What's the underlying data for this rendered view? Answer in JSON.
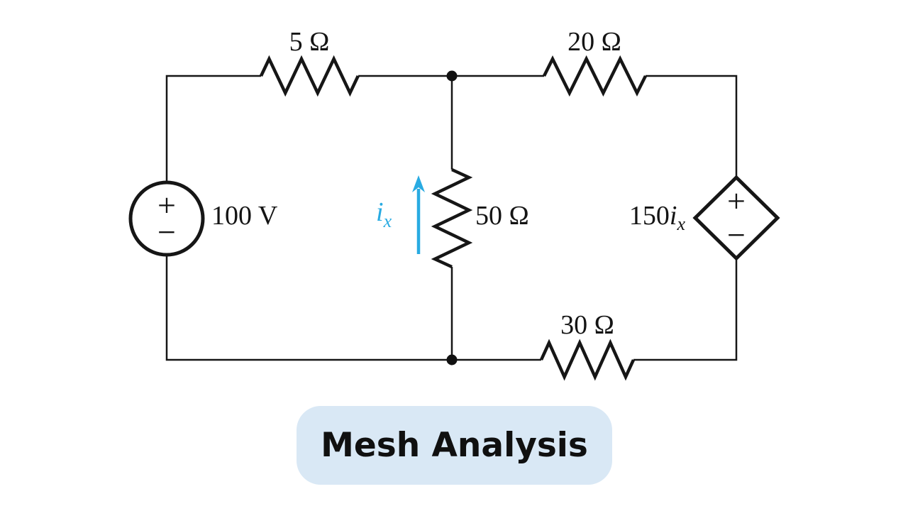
{
  "title_badge": {
    "label": "Mesh Analysis",
    "bg_color": "#d9e8f5",
    "text_color": "#101010"
  },
  "colors": {
    "wire": "#161616",
    "current_accent": "#29abe2"
  },
  "circuit": {
    "resistors": [
      {
        "id": "R1",
        "label": "5 Ω",
        "position": "top-left"
      },
      {
        "id": "R2",
        "label": "20 Ω",
        "position": "top-right"
      },
      {
        "id": "R3",
        "label": "50 Ω",
        "position": "middle-vertical"
      },
      {
        "id": "R4",
        "label": "30 Ω",
        "position": "bottom"
      }
    ],
    "sources": {
      "independent_voltage": {
        "label": "100 V",
        "plus": "+",
        "minus": "−"
      },
      "dependent_voltage": {
        "coefficient": "150",
        "variable": "i",
        "subscript": "x",
        "plus": "+",
        "minus": "−"
      }
    },
    "current_marker": {
      "variable": "i",
      "subscript": "x",
      "direction": "up"
    }
  }
}
